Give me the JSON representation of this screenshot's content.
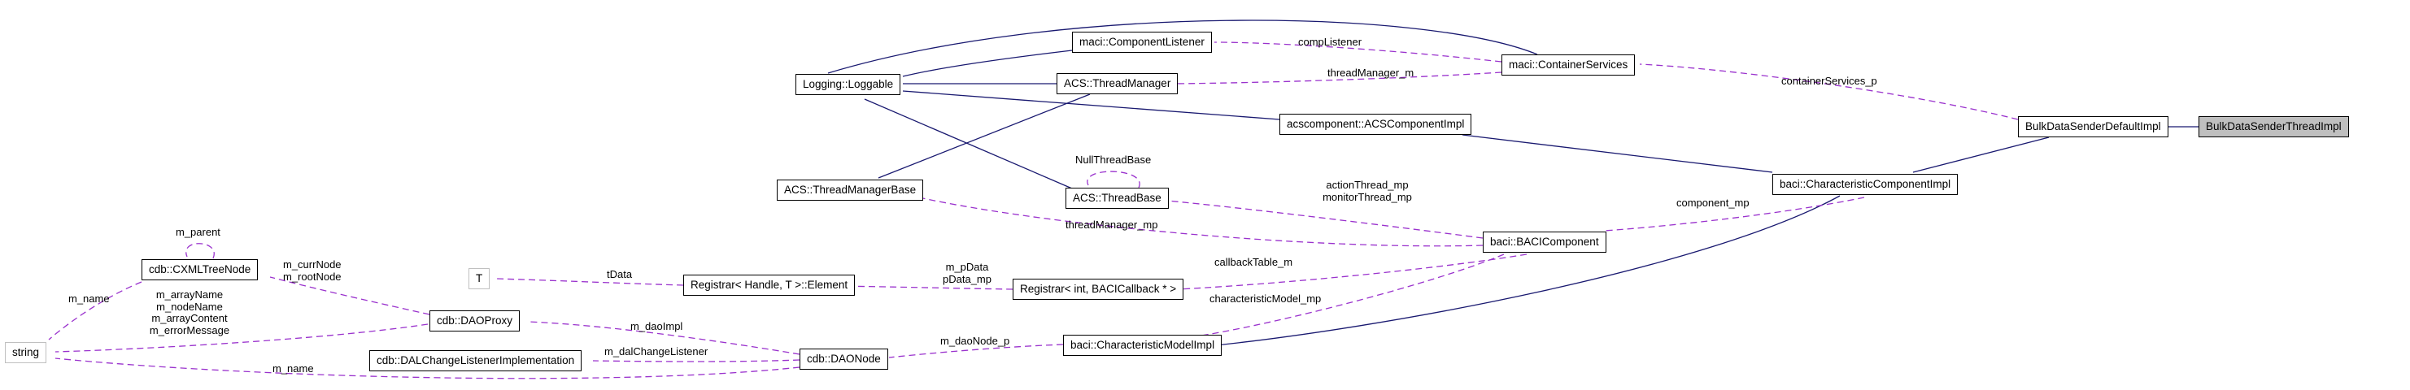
{
  "diagram": {
    "type": "doxygen-collaboration-graph",
    "background": "#ffffff",
    "colors": {
      "inheritance_edge": "#191970",
      "usage_edge": "#9a32cd",
      "node_border": "#000000",
      "node_fill": "#ffffff",
      "highlight_fill": "#bfbfbf",
      "external_node_border": "#c0c0c0",
      "label_color": "#000000"
    },
    "nodes": {
      "componentListener": {
        "label": "maci::ComponentListener"
      },
      "loggable": {
        "label": "Logging::Loggable"
      },
      "threadManager": {
        "label": "ACS::ThreadManager"
      },
      "containerServices": {
        "label": "maci::ContainerServices"
      },
      "acsComponentImpl": {
        "label": "acscomponent::ACSComponentImpl"
      },
      "bulkDataSenderDefaultImpl": {
        "label": "BulkDataSenderDefaultImpl"
      },
      "bulkDataSenderThreadImpl": {
        "label": "BulkDataSenderThreadImpl"
      },
      "threadManagerBase": {
        "label": "ACS::ThreadManagerBase"
      },
      "threadBase": {
        "label": "ACS::ThreadBase"
      },
      "characteristicComponentImpl": {
        "label": "baci::CharacteristicComponentImpl"
      },
      "baciComponent": {
        "label": "baci::BACIComponent"
      },
      "cxmlTreeNode": {
        "label": "cdb::CXMLTreeNode"
      },
      "t": {
        "label": "T"
      },
      "registrarElement": {
        "label": "Registrar< Handle, T >::Element"
      },
      "registrarInt": {
        "label": "Registrar< int, BACICallback * >"
      },
      "daoProxy": {
        "label": "cdb::DAOProxy"
      },
      "string": {
        "label": "string"
      },
      "dalChangeListenerImpl": {
        "label": "cdb::DALChangeListenerImplementation"
      },
      "daoNode": {
        "label": "cdb::DAONode"
      },
      "characteristicModelImpl": {
        "label": "baci::CharacteristicModelImpl"
      }
    },
    "edge_labels": {
      "compListener": {
        "label": "compListener"
      },
      "threadManager_m": {
        "label": "threadManager_m"
      },
      "containerServices_p": {
        "label": "containerServices_p"
      },
      "nullThreadBase": {
        "label": "NullThreadBase"
      },
      "actionMonitorThread": {
        "label": "actionThread_mp\nmonitorThread_mp"
      },
      "component_mp": {
        "label": "component_mp"
      },
      "threadManager_mp": {
        "label": "threadManager_mp"
      },
      "m_parent": {
        "label": "m_parent"
      },
      "m_currRootNode": {
        "label": "m_currNode\nm_rootNode"
      },
      "tData": {
        "label": "tData"
      },
      "m_pData": {
        "label": "m_pData\npData_mp"
      },
      "callbackTable_m": {
        "label": "callbackTable_m"
      },
      "characteristicModel_mp": {
        "label": "characteristicModel_mp"
      },
      "m_name_tree": {
        "label": "m_name"
      },
      "m_arrayFields": {
        "label": "m_arrayName\nm_nodeName\nm_arrayContent\nm_errorMessage"
      },
      "m_daoImpl": {
        "label": "m_daoImpl"
      },
      "m_dalChangeListener": {
        "label": "m_dalChangeListener"
      },
      "m_daoNode_p": {
        "label": "m_daoNode_p"
      },
      "m_name_dao": {
        "label": "m_name"
      }
    }
  }
}
